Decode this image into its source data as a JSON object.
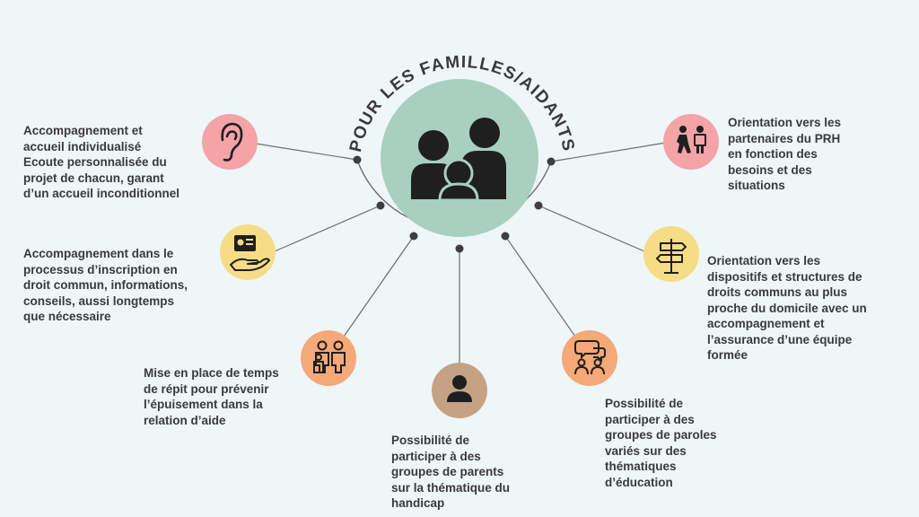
{
  "title": "POUR LES FAMILLES/AIDANTS",
  "colors": {
    "background": "#eef6f7",
    "hub": "#a8cfc0",
    "pink": "#f4a3a7",
    "yellow": "#f7dc86",
    "orange": "#f5a878",
    "brown": "#c4a283",
    "text": "#3a3a3a",
    "icon": "#1f1f1f"
  },
  "items": [
    {
      "id": "accueil",
      "icon": "ear-icon",
      "color": "pink",
      "text": "Accompagnement et\naccueil individualisé\nEcoute personnalisée du\nprojet de chacun, garant\nd’un accueil inconditionnel"
    },
    {
      "id": "inscription",
      "icon": "hand-card-icon",
      "color": "yellow",
      "text": "Accompagnement dans le\nprocessus d’inscription en\ndroit commun, informations,\nconseils, aussi longtemps\nque nécessaire"
    },
    {
      "id": "repit",
      "icon": "family-icon",
      "color": "orange",
      "text": "Mise en place de temps\nde répit pour prévenir\nl’épuisement dans la\nrelation d’aide"
    },
    {
      "id": "parents",
      "icon": "person-icon",
      "color": "brown",
      "text": "Possibilité de\nparticiper à des\ngroupes de parents\nsur la thématique du\nhandicap"
    },
    {
      "id": "paroles",
      "icon": "discussion-icon",
      "color": "orange",
      "text": "Possibilité de\nparticiper à des\ngroupes de paroles\nvariés sur des\nthématiques\nd’éducation"
    },
    {
      "id": "dispositifs",
      "icon": "signpost-icon",
      "color": "yellow",
      "text": "Orientation vers les\ndispositifs et structures de\ndroits communs au plus\nproche du domicile avec un\naccompagnement et\nl’assurance d’une équipe\nformée"
    },
    {
      "id": "partenaires",
      "icon": "walking-people-icon",
      "color": "pink",
      "text": "Orientation vers les\npartenaires du PRH\nen fonction des\nbesoins et des\nsituations"
    }
  ]
}
